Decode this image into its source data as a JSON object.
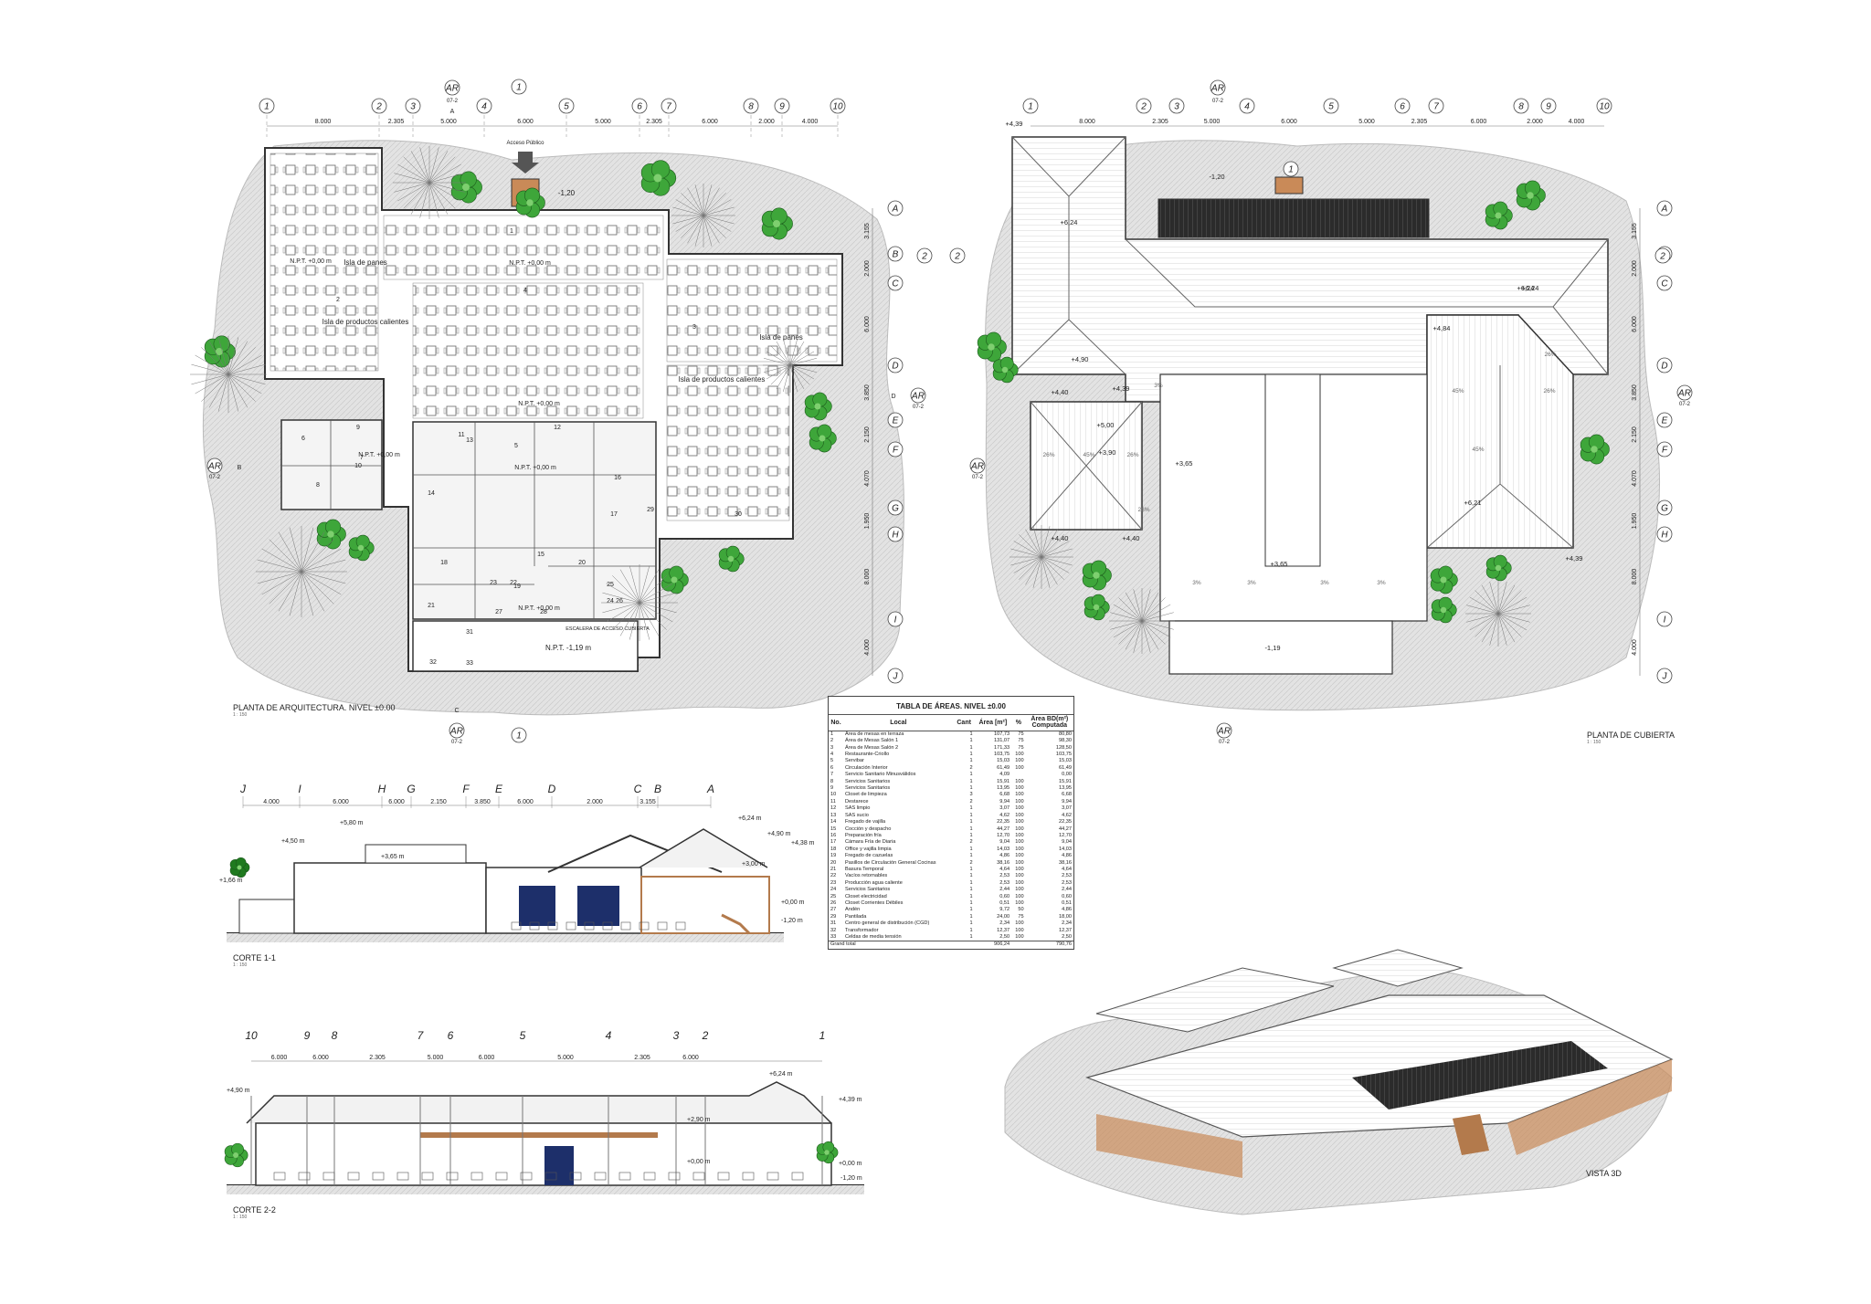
{
  "plans": {
    "floor_title": "PLANTA DE ARQUITECTURA. NIVEL ±0.00",
    "roof_title": "PLANTA DE CUBIERTA",
    "section1_title": "CORTE 1-1",
    "section2_title": "CORTE 2-2",
    "view3d_title": "VISTA 3D",
    "scale_note": "1 : 150"
  },
  "grid": {
    "columns": [
      "1",
      "2",
      "3",
      "4",
      "5",
      "6",
      "7",
      "8",
      "9",
      "10"
    ],
    "column_dims": [
      "8.000",
      "2.305",
      "5.000",
      "6.000",
      "5.000",
      "2.305",
      "6.000",
      "2.000",
      "4.000"
    ],
    "rows": [
      "A",
      "B",
      "C",
      "D",
      "E",
      "F",
      "G",
      "H",
      "I",
      "J"
    ],
    "row_dims": [
      "3.155",
      "2.000",
      "6.000",
      "3.850",
      "2.150",
      "4.070",
      "1.950",
      "8.000",
      "4.000"
    ]
  },
  "section_marks": {
    "ar": "AR",
    "sheet": "07-2",
    "top": "A",
    "left": "B",
    "right": "D",
    "bottom": "C",
    "cut1": "1",
    "cut2": "2"
  },
  "floor_labels": {
    "acceso": "Acceso Público",
    "isla_panes_1": "Isla de panes",
    "isla_panes_2": "Isla de panes",
    "isla_calientes_1": "Isla de productos calientes",
    "isla_calientes_2": "Isla de productos calientes",
    "npt_0": "N.P.T. +0,00 m",
    "npt_0b": "N.P.T. +0,00 m",
    "npt_0c": "N.P.T. +0,00 m",
    "npt_0d": "N.P.T. +0,00 m",
    "npt_0e": "N.P.T. +0,00 m",
    "npt_0f": "N.P.T. +0,00 m",
    "npt_119": "N.P.T. -1,19 m",
    "level_120": "-1,20",
    "stair": "ESCALERA DE ACCESO CUBIERTA",
    "room_numbers": [
      "1",
      "2",
      "3",
      "4",
      "5",
      "6",
      "7",
      "8",
      "9",
      "10",
      "11",
      "12",
      "13",
      "14",
      "15",
      "16",
      "17",
      "18",
      "19",
      "20",
      "21",
      "22",
      "23",
      "24",
      "25",
      "26",
      "27",
      "28",
      "29",
      "30",
      "31",
      "32",
      "33"
    ]
  },
  "roof_labels": {
    "levels": [
      "+4,39",
      "+6,24",
      "+6,24",
      "+4,90",
      "+4,40",
      "+4,39",
      "+5,00",
      "+3,90",
      "+3,65",
      "+4,40",
      "+4,40",
      "+4,84",
      "+6,24",
      "+6,21",
      "+4,39",
      "+3,65",
      "-1,20",
      "-1,19"
    ],
    "slopes": [
      "3%",
      "26%",
      "45%",
      "26%",
      "28%",
      "26%",
      "45%",
      "45%",
      "26%",
      "3%",
      "3%",
      "3%",
      "3%"
    ]
  },
  "section1": {
    "cols": [
      "J",
      "I",
      "H",
      "G",
      "F",
      "E",
      "D",
      "C",
      "B",
      "A"
    ],
    "dims": [
      "4.000",
      "6.000",
      "6.000",
      "2.150",
      "3.850",
      "6.000",
      "2.000",
      "3.155"
    ],
    "levels": [
      "+6,24 m",
      "+5,80 m",
      "+4,50 m",
      "+3,65 m",
      "+4,90 m",
      "+4,38 m",
      "+3,00 m",
      "+1,66 m",
      "+0,00 m",
      "-1,20 m"
    ]
  },
  "section2": {
    "cols": [
      "10",
      "9",
      "8",
      "7",
      "6",
      "5",
      "4",
      "3",
      "2",
      "1"
    ],
    "dims": [
      "6.000",
      "6.000",
      "2.305",
      "5.000",
      "6.000",
      "5.000",
      "2.305",
      "6.000"
    ],
    "levels": [
      "+4,90 m",
      "+6,24 m",
      "+4,39 m",
      "+2,90 m",
      "+0,00 m",
      "+0,00 m",
      "-1,20 m"
    ]
  },
  "area_table": {
    "title": "TABLA DE ÁREAS. NIVEL ±0.00",
    "headers": {
      "no": "No.",
      "local": "Local",
      "cant": "Cant",
      "area": "Área [m²]",
      "bd": "Área BD(m²)",
      "pct": "%",
      "comp": "Computada"
    },
    "rows": [
      [
        "1",
        "Área de mesas en terraza",
        "1",
        "107,73",
        "75",
        "80,80"
      ],
      [
        "2",
        "Área de Mesas Salón 1",
        "1",
        "131,07",
        "75",
        "98,30"
      ],
      [
        "3",
        "Área de Mesas Salón 2",
        "1",
        "171,33",
        "75",
        "128,50"
      ],
      [
        "4",
        "Restaurante-Criollo",
        "1",
        "103,75",
        "100",
        "103,75"
      ],
      [
        "5",
        "Servibar",
        "1",
        "15,03",
        "100",
        "15,03"
      ],
      [
        "6",
        "Circulación Interior",
        "2",
        "61,49",
        "100",
        "61,49"
      ],
      [
        "7",
        "Servicio Sanitario Minusválidos",
        "1",
        "4,09",
        "",
        "0,00"
      ],
      [
        "8",
        "Servicios Sanitarios",
        "1",
        "15,91",
        "100",
        "15,91"
      ],
      [
        "9",
        "Servicios Sanitarios",
        "1",
        "13,95",
        "100",
        "13,95"
      ],
      [
        "10",
        "Closet de limpieza",
        "3",
        "6,68",
        "100",
        "6,68"
      ],
      [
        "11",
        "Destarece",
        "2",
        "9,94",
        "100",
        "9,94"
      ],
      [
        "12",
        "SAS limpio",
        "1",
        "3,07",
        "100",
        "3,07"
      ],
      [
        "13",
        "SAS sucio",
        "1",
        "4,62",
        "100",
        "4,62"
      ],
      [
        "14",
        "Fregado de vajilla",
        "1",
        "22,35",
        "100",
        "22,35"
      ],
      [
        "15",
        "Cocción y despacho",
        "1",
        "44,27",
        "100",
        "44,27"
      ],
      [
        "16",
        "Preparación fría",
        "1",
        "12,70",
        "100",
        "12,70"
      ],
      [
        "17",
        "Cámara Fría de Diaria",
        "2",
        "9,04",
        "100",
        "9,04"
      ],
      [
        "18",
        "Office y vajilla limpia",
        "1",
        "14,03",
        "100",
        "14,03"
      ],
      [
        "19",
        "Fregado de cazuelas",
        "1",
        "4,86",
        "100",
        "4,86"
      ],
      [
        "20",
        "Pasillos de Circulación General Cocinas",
        "2",
        "38,16",
        "100",
        "38,16"
      ],
      [
        "21",
        "Basura Temporal",
        "1",
        "4,64",
        "100",
        "4,64"
      ],
      [
        "22",
        "Vacíos retornables",
        "1",
        "2,53",
        "100",
        "2,53"
      ],
      [
        "23",
        "Producción agua caliente",
        "1",
        "2,53",
        "100",
        "2,53"
      ],
      [
        "24",
        "Servicios Sanitarios",
        "1",
        "2,44",
        "100",
        "2,44"
      ],
      [
        "25",
        "Closet electricidad",
        "1",
        "0,60",
        "100",
        "0,60"
      ],
      [
        "26",
        "Closet Corrientes Débiles",
        "1",
        "0,51",
        "100",
        "0,51"
      ],
      [
        "27",
        "Andén",
        "1",
        "9,72",
        "50",
        "4,86"
      ],
      [
        "29",
        "Pantilada",
        "1",
        "24,00",
        "75",
        "18,00"
      ],
      [
        "31",
        "Centro general de distribución (CGD)",
        "1",
        "2,34",
        "100",
        "2,34"
      ],
      [
        "32",
        "Transformador",
        "1",
        "12,37",
        "100",
        "12,37"
      ],
      [
        "33",
        "Celdas de media tensión",
        "1",
        "2,50",
        "100",
        "2,50"
      ]
    ],
    "total": {
      "label": "Grand total",
      "area": "906,24",
      "comp": "790,76"
    }
  },
  "colors": {
    "ground": "#d9d9d9",
    "tree": "#3ea63a",
    "tree_dark": "#1f7a1f",
    "line": "#333333",
    "deck_dark": "#2b2b2b",
    "window_blue": "#1d2f6a",
    "wood": "#b37a4c"
  }
}
